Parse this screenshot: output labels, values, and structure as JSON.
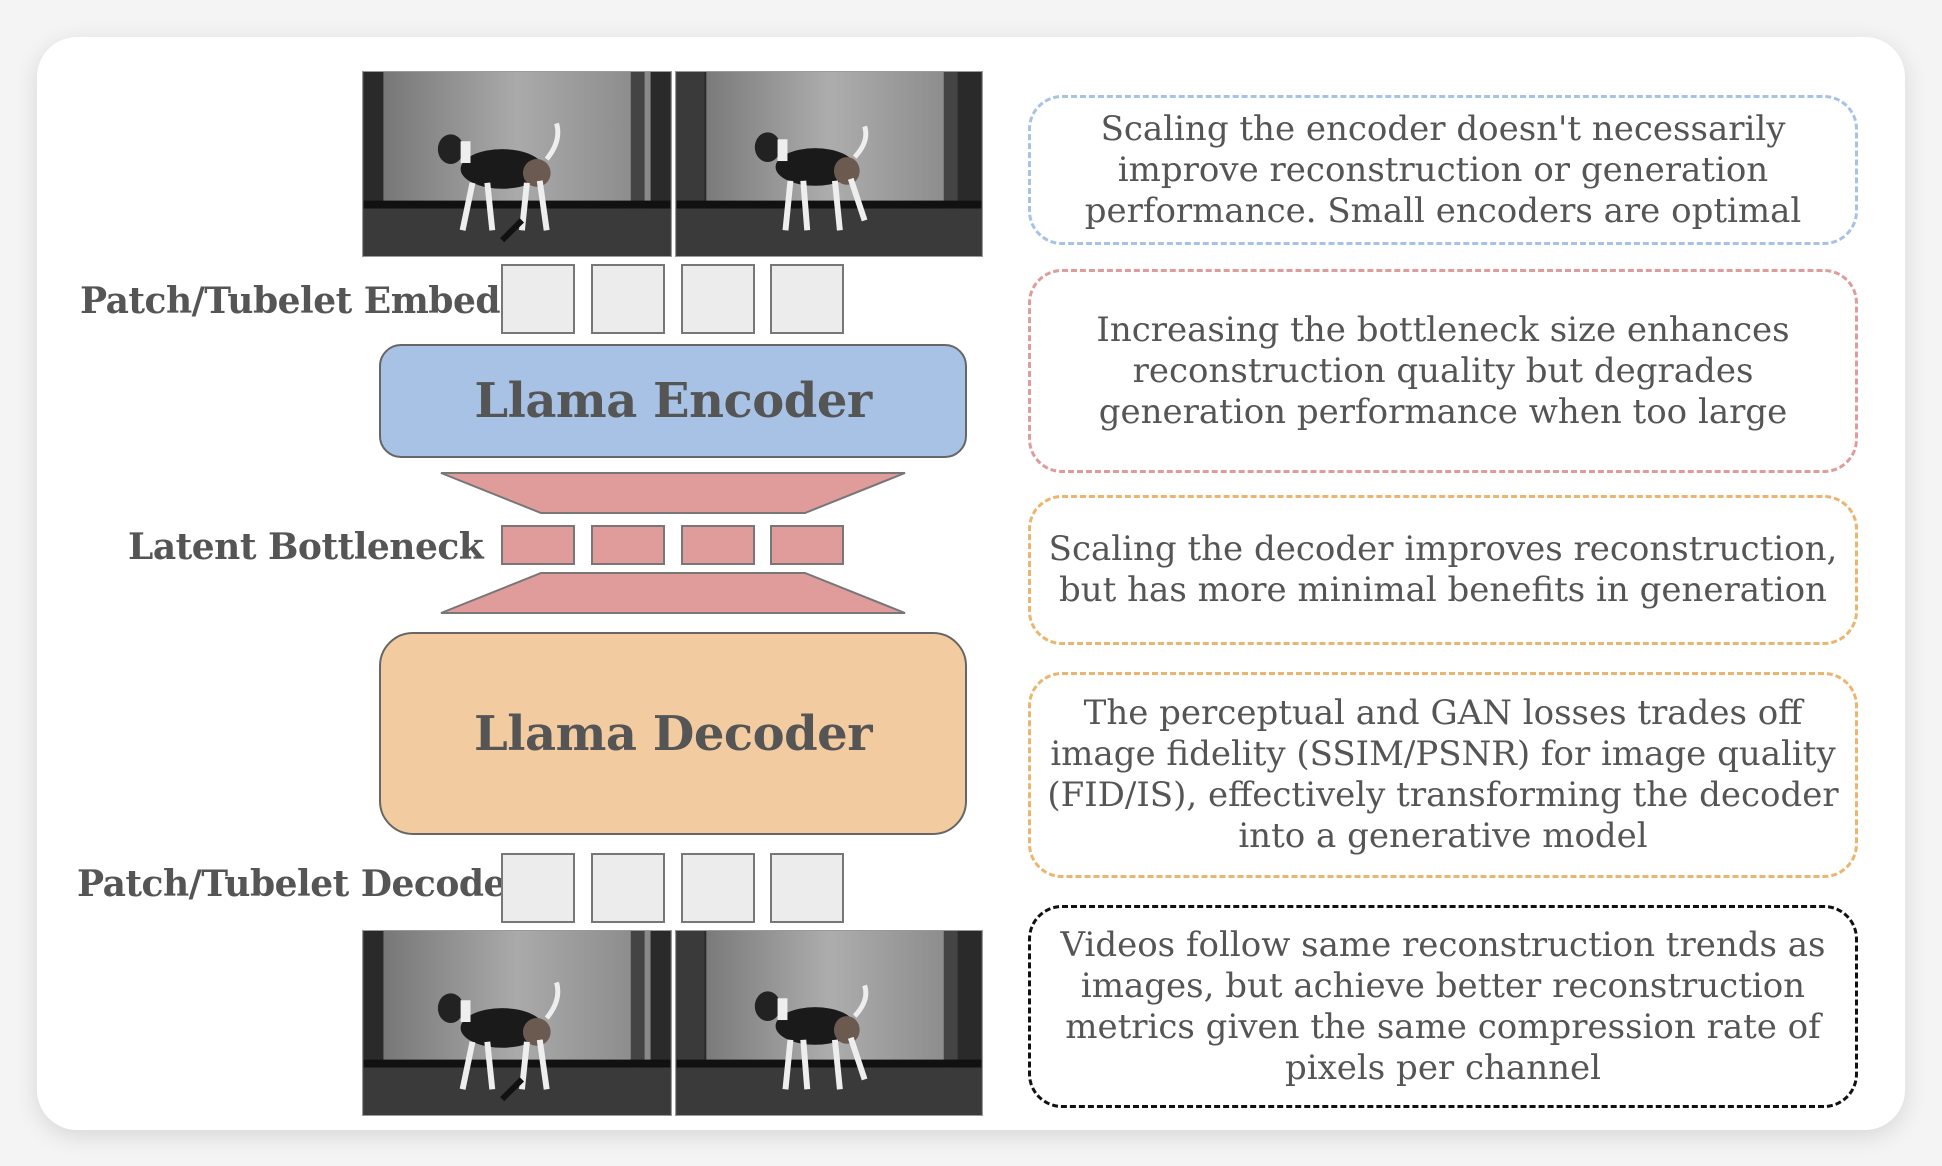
{
  "diagram": {
    "input_frames": [
      {
        "name": "input-frame-1",
        "description": "grayscale beagle walking, frame 1"
      },
      {
        "name": "input-frame-2",
        "description": "grayscale beagle walking, frame 2"
      }
    ],
    "output_frames": [
      {
        "name": "output-frame-1",
        "description": "reconstructed grayscale beagle, frame 1"
      },
      {
        "name": "output-frame-2",
        "description": "reconstructed grayscale beagle, frame 2"
      }
    ],
    "labels": {
      "embed": "Patch/Tubelet Embed",
      "bottleneck": "Latent Bottleneck",
      "decode": "Patch/Tubelet Decode"
    },
    "encoder": {
      "label": "Llama Encoder",
      "color": "#a8c2e6"
    },
    "decoder": {
      "label": "Llama Decoder",
      "color": "#f2cca0"
    },
    "bottleneck_color": "#e09b9b",
    "token_count": 4
  },
  "notes": [
    {
      "text": "Scaling the encoder doesn't necessarily improve reconstruction or generation performance. Small encoders are optimal",
      "border_color": "#a8c2e6"
    },
    {
      "text": "Increasing the bottleneck size enhances reconstruction quality but degrades generation performance when too large",
      "border_color": "#e09b9b"
    },
    {
      "text": "Scaling the decoder improves reconstruction, but has more minimal benefits in generation",
      "border_color": "#ebb56e"
    },
    {
      "text": "The perceptual and GAN losses trades off image fidelity (SSIM/PSNR) for image quality (FID/IS), effectively transforming the decoder into a generative model",
      "border_color": "#ebb56e"
    },
    {
      "text": "Videos follow same reconstruction trends as images, but achieve better reconstruction metrics given the same compression rate of pixels per channel",
      "border_color": "#111111"
    }
  ]
}
